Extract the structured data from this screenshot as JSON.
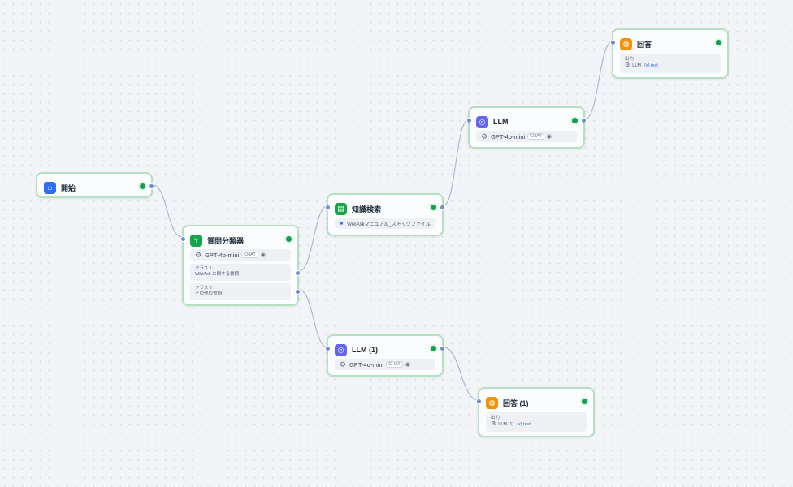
{
  "nodes": {
    "start": {
      "title": "開始",
      "icon": "home-icon"
    },
    "classifier": {
      "title": "質問分類器",
      "model": "GPT-4o-mini",
      "model_chip": "CHAT",
      "class1_label": "クラス 1",
      "class1_text": "WikiAsk に関する質問",
      "class2_label": "クラス 2",
      "class2_text": "その他の質問"
    },
    "kb": {
      "title": "知識検索",
      "dataset": "WikiAskマニュアル_ストックファイル"
    },
    "llm": {
      "title": "LLM",
      "model": "GPT-4o-mini",
      "model_chip": "CHAT"
    },
    "llm1": {
      "title": "LLM (1)",
      "model": "GPT-4o-mini",
      "model_chip": "CHAT"
    },
    "answer": {
      "title": "回答",
      "out_label": "出力",
      "var_source": "LLM",
      "var_name": "{x} text"
    },
    "answer1": {
      "title": "回答 (1)",
      "out_label": "出力",
      "var_source": "LLM (1)",
      "var_name": "{x} text"
    }
  },
  "colors": {
    "accent_blue": "#2f6df6",
    "success_green": "#12a150",
    "node_border": "#b6dfc3",
    "edge": "#aebbd2"
  }
}
